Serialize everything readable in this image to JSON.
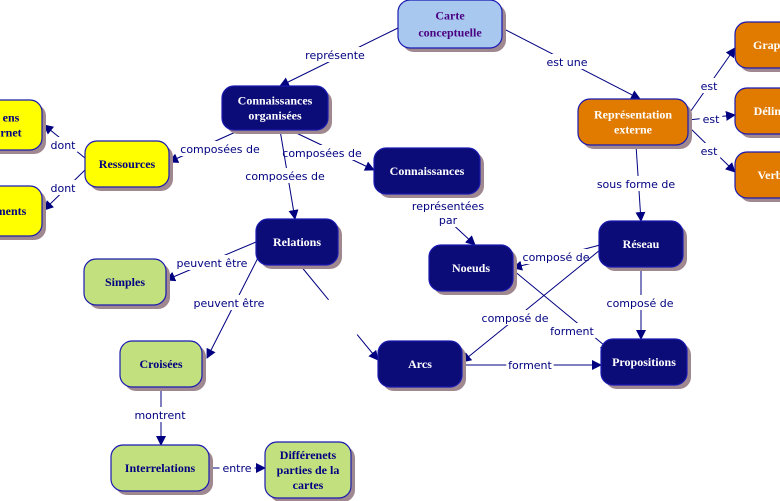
{
  "colors": {
    "line": "#000080",
    "navy": "#0c0c78",
    "orange": "#e07b00",
    "yellow": "#ffff00",
    "green": "#c2e07e",
    "lightblue": "#a8c8f0",
    "title_text": "#4b0082"
  },
  "nodes": [
    {
      "id": "carte",
      "lines": [
        "Carte",
        "conceptuelle"
      ],
      "style": "lightblue"
    },
    {
      "id": "conn_org",
      "lines": [
        "Connaissances",
        "organisées"
      ],
      "style": "navy"
    },
    {
      "id": "repr",
      "lines": [
        "Représentation",
        "externe"
      ],
      "style": "orange"
    },
    {
      "id": "graph",
      "lines": [
        "Graph"
      ],
      "style": "orange"
    },
    {
      "id": "delin",
      "lines": [
        "Déliné"
      ],
      "style": "orange"
    },
    {
      "id": "verb",
      "lines": [
        "Verb"
      ],
      "style": "orange"
    },
    {
      "id": "ressources",
      "lines": [
        "Ressources"
      ],
      "style": "yellow"
    },
    {
      "id": "liens",
      "lines": [
        "ens",
        "rnet"
      ],
      "style": "yellow"
    },
    {
      "id": "documents",
      "lines": [
        "ments"
      ],
      "style": "yellow"
    },
    {
      "id": "connaissances",
      "lines": [
        "Connaissances"
      ],
      "style": "navy"
    },
    {
      "id": "relations",
      "lines": [
        "Relations"
      ],
      "style": "navy"
    },
    {
      "id": "noeuds",
      "lines": [
        "Noeuds"
      ],
      "style": "navy"
    },
    {
      "id": "reseau",
      "lines": [
        "Réseau"
      ],
      "style": "navy"
    },
    {
      "id": "simples",
      "lines": [
        "Simples"
      ],
      "style": "green"
    },
    {
      "id": "croisees",
      "lines": [
        "Croisées"
      ],
      "style": "green"
    },
    {
      "id": "arcs",
      "lines": [
        "Arcs"
      ],
      "style": "navy"
    },
    {
      "id": "propositions",
      "lines": [
        "Propositions"
      ],
      "style": "navy"
    },
    {
      "id": "interrelations",
      "lines": [
        "Interrelations"
      ],
      "style": "green"
    },
    {
      "id": "parties",
      "lines": [
        "Différenets",
        "parties de la",
        "cartes"
      ],
      "style": "green"
    }
  ],
  "links": [
    {
      "from": "carte",
      "to": "conn_org",
      "label": [
        "représente"
      ]
    },
    {
      "from": "carte",
      "to": "repr",
      "label": [
        "est une"
      ]
    },
    {
      "from": "repr",
      "to": "graph",
      "label": [
        "est"
      ]
    },
    {
      "from": "repr",
      "to": "delin",
      "label": [
        "est"
      ]
    },
    {
      "from": "repr",
      "to": "verb",
      "label": [
        "est"
      ]
    },
    {
      "from": "conn_org",
      "to": "ressources",
      "label": [
        "composées de"
      ]
    },
    {
      "from": "conn_org",
      "to": "connaissances",
      "label": [
        "composées de"
      ]
    },
    {
      "from": "conn_org",
      "to": "relations",
      "label": [
        "composées de"
      ]
    },
    {
      "from": "ressources",
      "to": "liens",
      "label": [
        "dont"
      ]
    },
    {
      "from": "ressources",
      "to": "documents",
      "label": [
        "dont"
      ]
    },
    {
      "from": "connaissances",
      "to": "noeuds",
      "label": [
        "représentées",
        "par"
      ]
    },
    {
      "from": "relations",
      "to": "simples",
      "label": [
        "peuvent être"
      ]
    },
    {
      "from": "relations",
      "to": "croisees",
      "label": [
        "peuvent être"
      ]
    },
    {
      "from": "relations",
      "to": "arcs",
      "label": []
    },
    {
      "from": "reseau",
      "to": "noeuds",
      "label": [
        "composé de"
      ]
    },
    {
      "from": "reseau",
      "to": "propositions",
      "label": [
        "composé de"
      ]
    },
    {
      "from": "reseau",
      "to": "arcs",
      "label": [
        "composé de"
      ]
    },
    {
      "from": "noeuds",
      "to": "propositions",
      "label": [
        "forment"
      ]
    },
    {
      "from": "arcs",
      "to": "propositions",
      "label": [
        "forment"
      ]
    },
    {
      "from": "croisees",
      "to": "interrelations",
      "label": [
        "montrent"
      ]
    },
    {
      "from": "interrelations",
      "to": "parties",
      "label": [
        "entre"
      ]
    },
    {
      "from": "repr",
      "to": "reseau",
      "label": [
        "sous forme de"
      ]
    }
  ]
}
